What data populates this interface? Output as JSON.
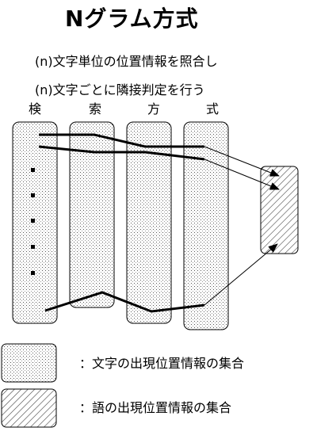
{
  "title": "Nグラム方式",
  "description_lines": [
    "(n)文字単位の位置情報を照合し",
    "(n)文字ごとに隣接判定を行う"
  ],
  "column_labels": [
    "検",
    "索",
    "方",
    "式"
  ],
  "legend": {
    "dotted": "：文字の出現位置情報の集合",
    "hatched": "：語の出現位置情報の集合"
  }
}
